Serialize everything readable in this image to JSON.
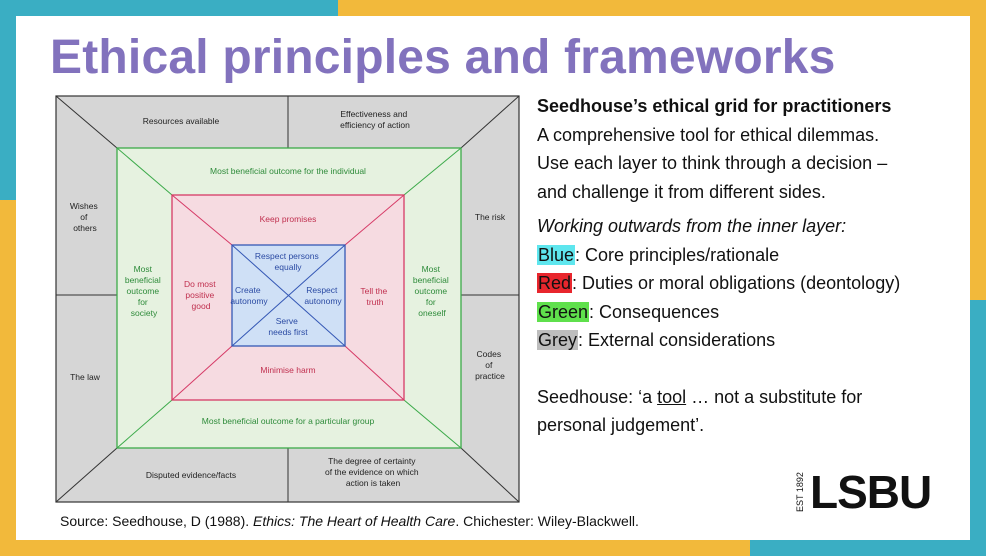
{
  "title": "Ethical principles and frameworks",
  "colors": {
    "frame_teal": "#3aaec3",
    "frame_yellow": "#f2b93b",
    "title_purple": "#8272bd",
    "blue_highlight": "#5ee6ee",
    "red_highlight": "#e8262d",
    "green_highlight": "#5fe04c",
    "grey_highlight": "#bdbdbd"
  },
  "grid": {
    "outer": {
      "top_left": "Resources available",
      "top_right": [
        "Effectiveness and",
        "efficiency of action"
      ],
      "left_top": [
        "Wishes",
        "of",
        "others"
      ],
      "left_bottom": "The law",
      "right_top": "The risk",
      "right_bottom": [
        "Codes",
        "of",
        "practice"
      ],
      "bottom_left": "Disputed evidence/facts",
      "bottom_right": [
        "The degree of certainty",
        "of the evidence on which",
        "action is taken"
      ]
    },
    "green": {
      "top": "Most beneficial outcome for the individual",
      "left": [
        "Most",
        "beneficial",
        "outcome",
        "for",
        "society"
      ],
      "right": [
        "Most",
        "beneficial",
        "outcome",
        "for",
        "oneself"
      ],
      "bottom": "Most beneficial outcome for a particular group"
    },
    "red": {
      "top": "Keep promises",
      "left": [
        "Do most",
        "positive",
        "good"
      ],
      "right": [
        "Tell the",
        "truth"
      ],
      "bottom": "Minimise harm"
    },
    "blue": {
      "top": [
        "Respect persons",
        "equally"
      ],
      "left": [
        "Create",
        "autonomy"
      ],
      "right": [
        "Respect",
        "autonomy"
      ],
      "bottom": [
        "Serve",
        "needs first"
      ]
    }
  },
  "right_text": {
    "heading": "Seedhouse’s ethical grid for practitioners",
    "para": [
      "A comprehensive tool for ethical dilemmas.",
      "Use each layer to think through a decision –",
      "and challenge it from different sides."
    ],
    "working": "Working outwards from the inner layer:",
    "layers": [
      {
        "name": "Blue",
        "desc": ": Core principles/rationale"
      },
      {
        "name": "Red",
        "desc": ": Duties or moral obligations (deontology)"
      },
      {
        "name": "Green",
        "desc": ": Consequences"
      },
      {
        "name": "Grey",
        "desc": ": External considerations"
      }
    ],
    "quote_pre": "Seedhouse: ‘a ",
    "quote_tool": "tool",
    "quote_post": " … not a substitute for",
    "quote_line2": "personal judgement’."
  },
  "source": {
    "pre": "Source: Seedhouse, D (1988). ",
    "book": "Ethics: The Heart of Health Care",
    "post": ". Chichester: Wiley-Blackwell."
  },
  "logo": {
    "est": "EST 1892",
    "name": "LSBU"
  }
}
